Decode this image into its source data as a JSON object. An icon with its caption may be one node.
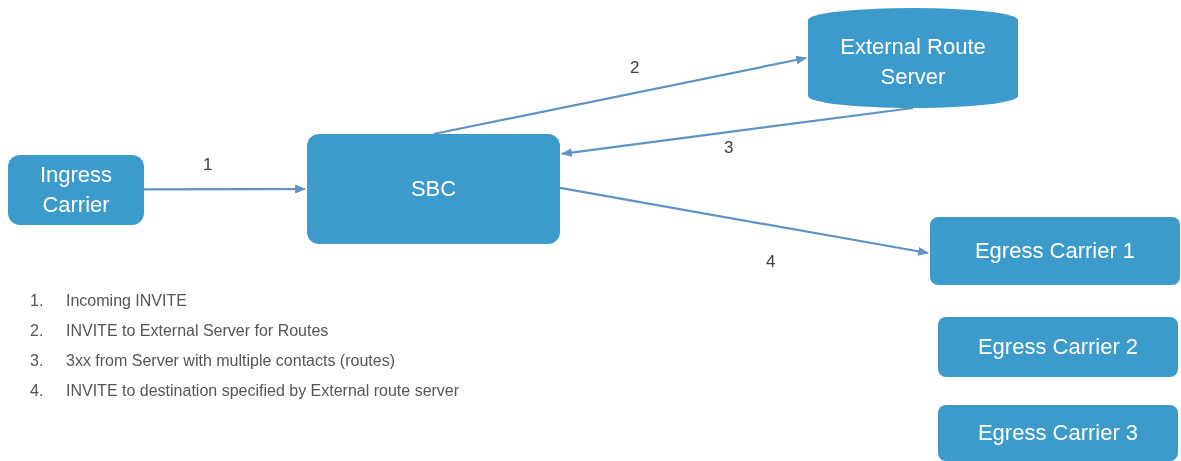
{
  "diagram": {
    "nodes": [
      {
        "text": [
          "Ingress Carrier"
        ]
      },
      {
        "text": [
          "SBC"
        ]
      },
      {
        "text": [
          "External Route Server"
        ]
      },
      {
        "text": [
          "Egress Carrier 1"
        ]
      },
      {
        "text": [
          "Egress Carrier 2"
        ]
      },
      {
        "text": [
          "Egress Carrier 3"
        ]
      }
    ],
    "edges": [
      {
        "from": 0,
        "to": 1,
        "arrow": "to",
        "label": "1"
      },
      {
        "from": 1,
        "to": 2,
        "arrow": "to",
        "label": "2"
      },
      {
        "from": 2,
        "to": 1,
        "arrow": "to",
        "label": "3"
      },
      {
        "from": 1,
        "to": 3,
        "arrow": "to",
        "label": "4"
      }
    ],
    "labels": [
      "1.",
      "Incoming INVITE",
      "2.",
      "INVITE to External Server for Routes",
      "3.",
      "3xx from Server with multiple contacts (routes)",
      "4.",
      "INVITE to destination specified by External route server"
    ]
  }
}
